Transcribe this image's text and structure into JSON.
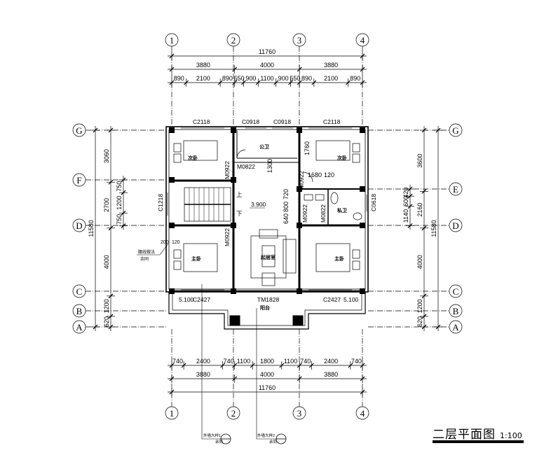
{
  "axes": {
    "x": [
      "1",
      "2",
      "3",
      "4"
    ],
    "y": [
      "G",
      "F",
      "E",
      "D",
      "C",
      "B",
      "A"
    ]
  },
  "dims": {
    "top": {
      "total": "11760",
      "main": [
        "3880",
        "4000",
        "3880"
      ],
      "detail": [
        "890",
        "2100",
        "890",
        "550",
        "900",
        "1100",
        "900",
        "550",
        "890",
        "2100",
        "890"
      ]
    },
    "bottom": {
      "detail": [
        "740",
        "2400",
        "740",
        "1100",
        "1800",
        "1100",
        "740",
        "2400",
        "740"
      ],
      "main": [
        "3880",
        "4000",
        "3880"
      ],
      "total": "11760"
    },
    "left": {
      "main": [
        "3060",
        "2700",
        "4000",
        "1200",
        "620"
      ],
      "detail": [
        "750",
        "1200",
        "750"
      ],
      "total": "11580"
    },
    "right": {
      "main": [
        "3600",
        "2160",
        "4000",
        "1200",
        "620"
      ],
      "detail": [
        "420",
        "600",
        "1140"
      ],
      "total": "11580"
    },
    "inner": [
      "1760",
      "1300",
      "1680",
      "120",
      "720",
      "800",
      "640",
      "200",
      "120"
    ]
  },
  "rooms": {
    "bed2_left": "次卧",
    "bath_public": "公卫",
    "bed2_right": "次卧",
    "master_left": "主卧",
    "living": "起居室",
    "master_right": "主卧",
    "balcony": "阳台",
    "bath_private": "私卫"
  },
  "openings": {
    "w_top1": "C2118",
    "w_top2": "C0918",
    "w_top3": "C0918",
    "w_top4": "C2118",
    "w_left": "C1218",
    "w_right": "C0618",
    "w_bot_left": "C2427",
    "w_bot_right": "C2427",
    "door_balcony": "TM1828",
    "d1": "M0822",
    "d2": "M0922",
    "d3": "M0922",
    "d4": "M0922",
    "d5": "M0822",
    "d6": "M0922"
  },
  "levels": {
    "hall": "3.900",
    "left": "5.100",
    "right": "5.100"
  },
  "stair": {
    "up": "上",
    "down": "下"
  },
  "notes": {
    "left_note": "腰线做法",
    "left_note2": "余同",
    "detail1": "外墙大样1",
    "detail2": "外墙大样2",
    "detail_same": "余同",
    "detail_same2": "余同"
  },
  "title": {
    "text": "二层平面图",
    "scale": "1:100"
  }
}
